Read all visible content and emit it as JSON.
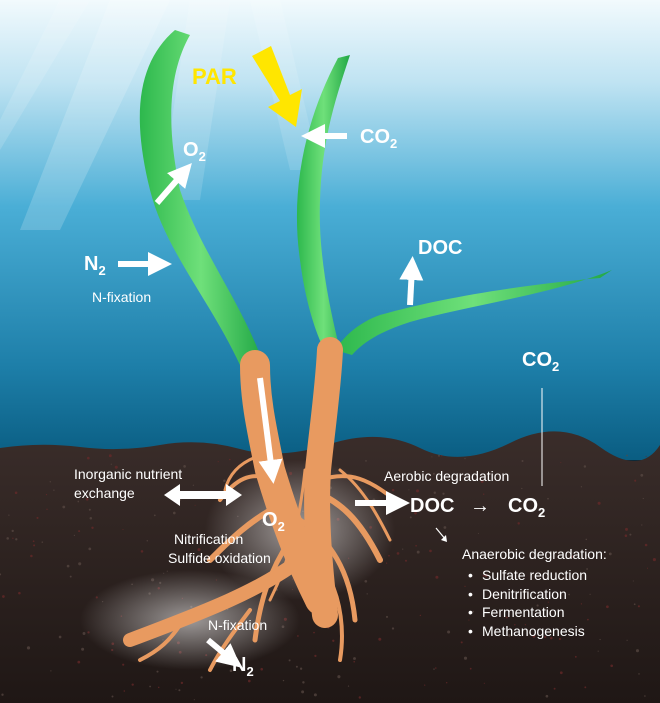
{
  "labels": {
    "par": "PAR",
    "co2_leaf": "CO",
    "o2_leaf": "O",
    "n2_water": "N",
    "n_fixation_leaf": "N-fixation",
    "doc_water": "DOC",
    "co2_water": "CO",
    "inorganic_exchange_line1": "Inorganic nutrient",
    "inorganic_exchange_line2": "exchange",
    "o2_root": "O",
    "nitrification": "Nitrification",
    "sulfide_oxidation": "Sulfide oxidation",
    "aerobic_degradation": "Aerobic degradation",
    "doc_sediment": "DOC",
    "arrow_symbol": "→",
    "co2_sediment": "CO",
    "anaerobic_title": "Anaerobic degradation:",
    "n_fixation_root": "N-fixation",
    "n2_sediment": "N",
    "subscript_2": "2"
  },
  "anaerobic_processes": [
    "Sulfate reduction",
    "Denitrification",
    "Fermentation",
    "Methanogenesis"
  ],
  "colors": {
    "water_top": "#e6f4fb",
    "water_mid": "#4aaed6",
    "water_deep": "#0a5d82",
    "sediment": "#2a1f1d",
    "leaf": "#3fcf5f",
    "root": "#e89a60",
    "par_arrow": "#ffe600",
    "flux_arrow": "#ffffff"
  }
}
